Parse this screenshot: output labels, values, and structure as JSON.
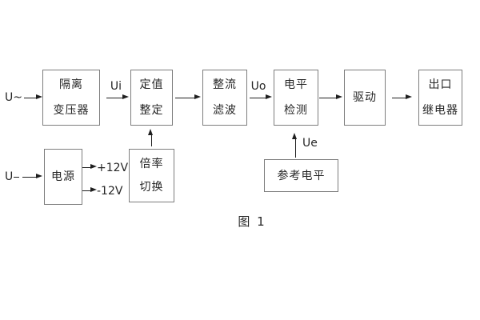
{
  "figure": {
    "caption": "图 1",
    "inputs": {
      "ac_label": "U~",
      "dc_label": "U"
    },
    "signal_labels": {
      "ui": "Ui",
      "uo": "Uo",
      "ue": "Ue"
    },
    "power_rails": {
      "positive": "+12V",
      "negative": "-12V"
    },
    "blocks": {
      "isolation_transformer": {
        "line1": "隔离",
        "line2": "变压器"
      },
      "setpoint_adjust": {
        "line1": "定值",
        "line2": "整定"
      },
      "rectifier_filter": {
        "line1": "整流",
        "line2": "滤波"
      },
      "level_detector": {
        "line1": "电平",
        "line2": "检测"
      },
      "driver": {
        "line1": "驱动"
      },
      "output_relay": {
        "line1": "出口",
        "line2": "继电器"
      },
      "power_supply": {
        "line1": "电源"
      },
      "ratio_switch": {
        "line1": "倍率",
        "line2": "切换"
      },
      "reference_level": {
        "line1": "参考电平"
      }
    },
    "colors": {
      "background": "#ffffff",
      "border": "#7d7d7d",
      "text": "#262626",
      "arrow": "#1f1f1f"
    }
  }
}
